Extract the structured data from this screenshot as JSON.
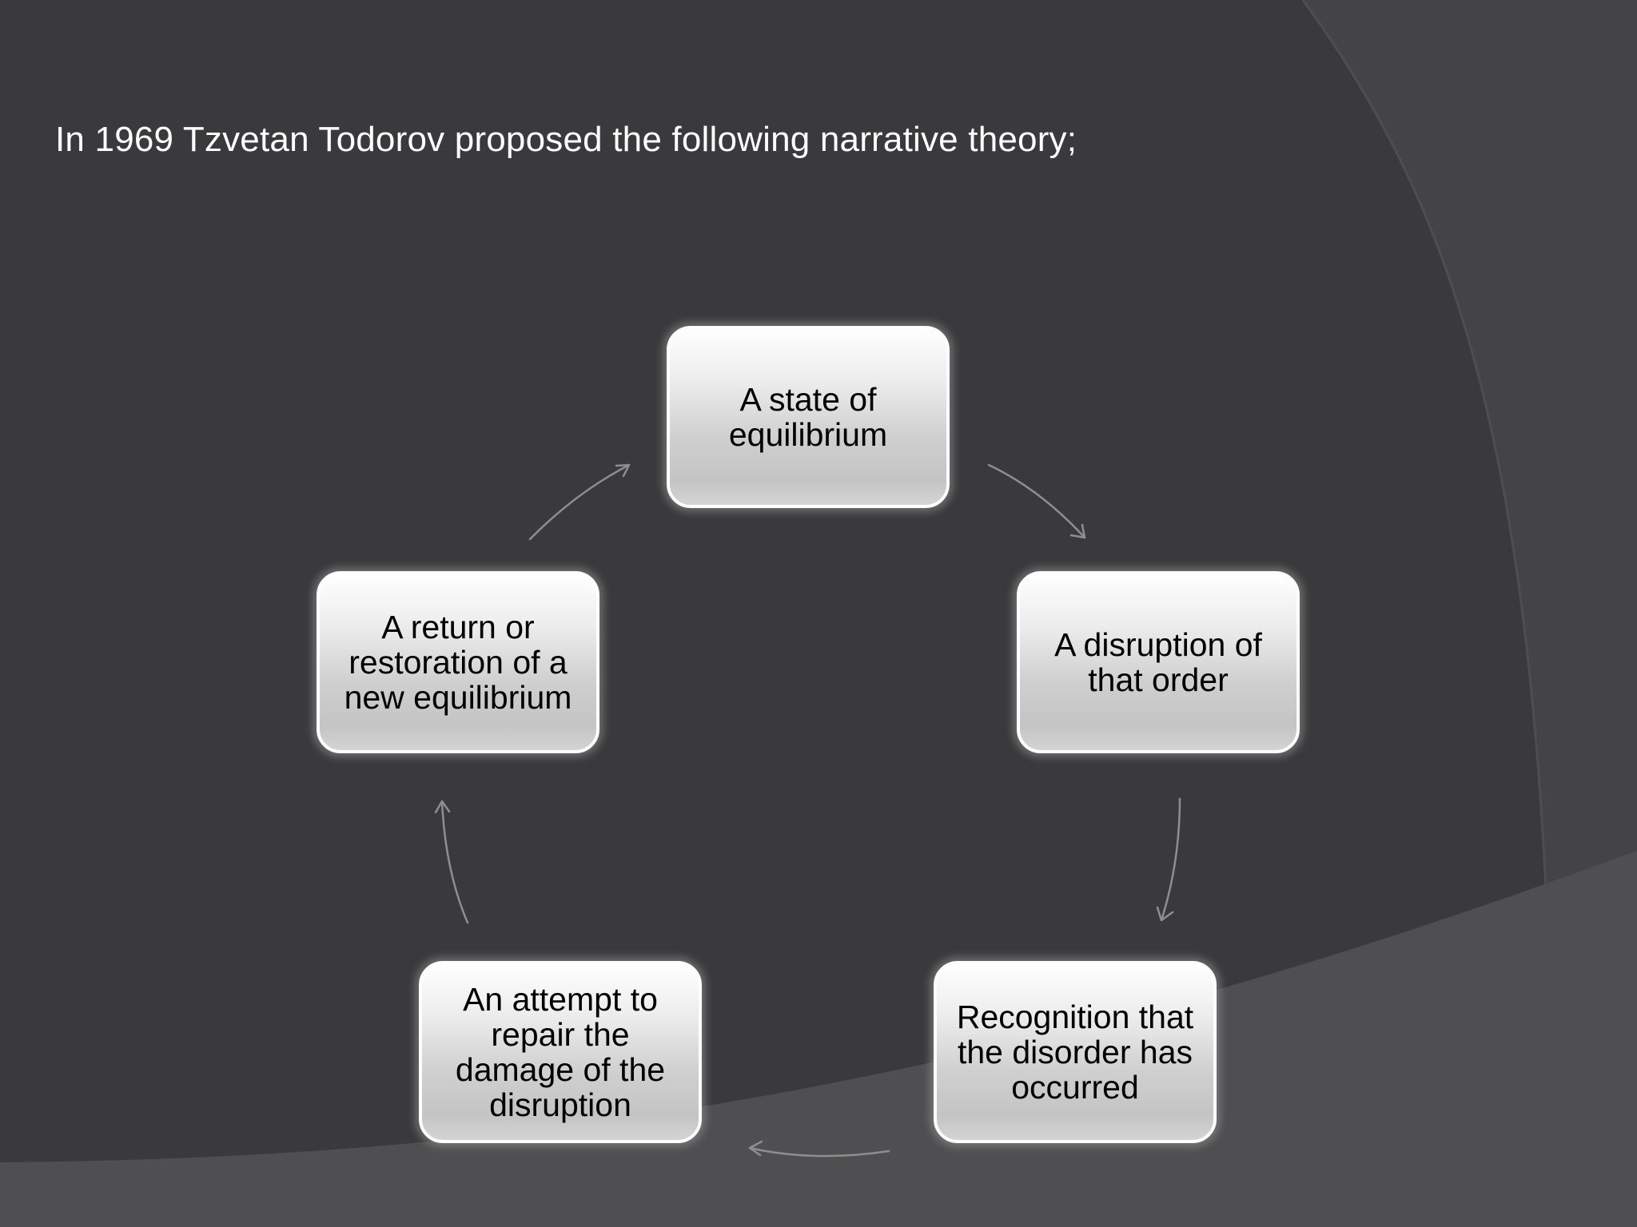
{
  "slide": {
    "title": "In 1969 Tzvetan Todorov proposed the following narrative theory;"
  },
  "cycle": {
    "nodes": [
      {
        "id": "equilibrium",
        "label": "A state of equilibrium"
      },
      {
        "id": "disruption",
        "label": "A disruption of that order"
      },
      {
        "id": "recognition",
        "label": "Recognition that the disorder has occurred"
      },
      {
        "id": "repair-attempt",
        "label": "An attempt to repair the damage of the disruption"
      },
      {
        "id": "new-equilibrium",
        "label": "A return or restoration of a new equilibrium"
      }
    ]
  },
  "colors": {
    "background": "#3a3a3c",
    "background_arc": "#434345",
    "background_band": "#505052",
    "arrow": "#8e8e8e",
    "title_text": "#ffffff"
  }
}
